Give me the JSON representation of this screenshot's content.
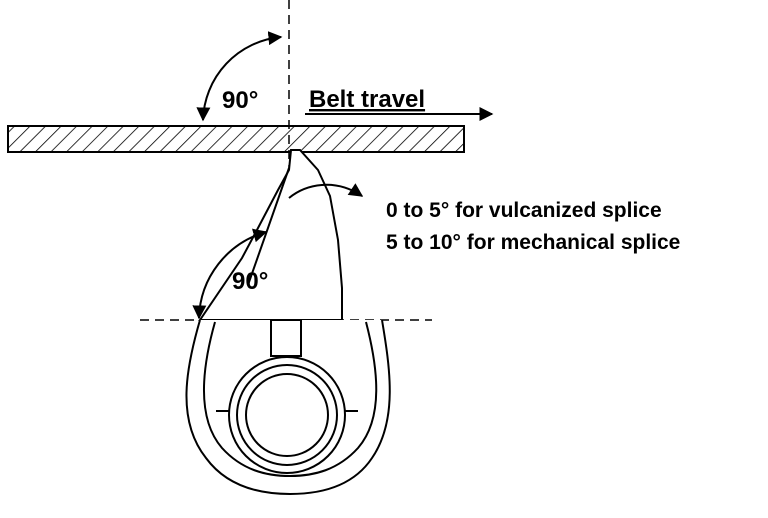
{
  "diagram": {
    "top_angle_label": "90°",
    "bottom_angle_label": "90°",
    "belt_travel_label": "Belt travel",
    "splice_note_line1": "0 to 5° for vulcanized splice",
    "splice_note_line2": "5 to 10° for mechanical splice"
  },
  "colors": {
    "ink": "#000000",
    "background": "#ffffff"
  }
}
